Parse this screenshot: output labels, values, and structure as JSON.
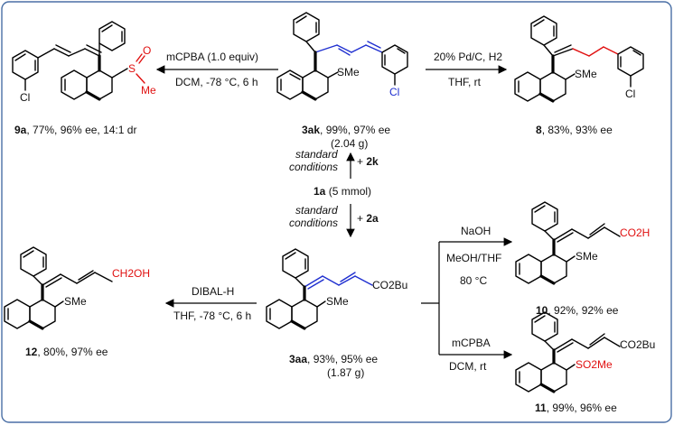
{
  "colors": {
    "frame": "#4a6fa5",
    "highlight_red": "#e01010",
    "highlight_blue": "#1f2fd0"
  },
  "center": {
    "start": {
      "id": "1a",
      "amount": "(5 mmol)"
    },
    "up": {
      "conditions_line1": "standard",
      "conditions_line2": "conditions",
      "reagent": "2k"
    },
    "down": {
      "conditions_line1": "standard",
      "conditions_line2": "conditions",
      "reagent": "2a"
    }
  },
  "compounds": {
    "c3ak": {
      "id": "3ak",
      "yield": ", 99%, 97% ee",
      "scale": "(2.04 g)",
      "sme": "SMe",
      "cl": "Cl"
    },
    "c3aa": {
      "id": "3aa",
      "yield": ", 93%, 95% ee",
      "scale": "(1.87 g)",
      "sme": "SMe",
      "ester": "CO2Bu"
    },
    "c9a": {
      "id": "9a",
      "yield": ", 77%, 96% ee, 14:1 dr",
      "cl": "Cl",
      "s": "S",
      "o": "O",
      "me": "Me"
    },
    "c8": {
      "id": "8",
      "yield": ", 83%, 93% ee",
      "sme": "SMe",
      "cl": "Cl"
    },
    "c10": {
      "id": "10",
      "yield": ", 92%, 92% ee",
      "sme": "SMe",
      "acid": "CO2H"
    },
    "c11": {
      "id": "11",
      "yield": ", 99%, 96% ee",
      "sulfone": "SO2Me",
      "ester": "CO2Bu"
    },
    "c12": {
      "id": "12",
      "yield": ", 80%, 97% ee",
      "sme": "SMe",
      "alcohol": "CH2OH"
    }
  },
  "reactions": {
    "to9a": {
      "reagent": "mCPBA (1.0 equiv)",
      "conditions": "DCM, -78 °C, 6 h"
    },
    "to8": {
      "reagent": "20% Pd/C, H2",
      "conditions": "THF, rt"
    },
    "to10": {
      "reagent": "NaOH",
      "solvent": "MeOH/THF",
      "temp": "80 °C"
    },
    "to11": {
      "reagent": "mCPBA",
      "conditions": "DCM, rt"
    },
    "to12": {
      "reagent": "DIBAL-H",
      "conditions": "THF, -78 °C, 6 h"
    }
  }
}
